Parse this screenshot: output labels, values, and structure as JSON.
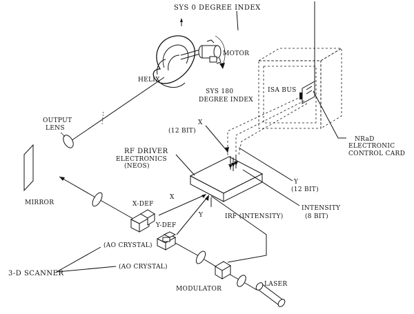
{
  "labels": {
    "sys0": "SYS 0 DEGREE INDEX",
    "motor": "MOTOR",
    "helix": "HELIX",
    "sys180a": "SYS 180",
    "sys180b": "DEGREE INDEX",
    "isabus": "ISA BUS",
    "output1": "OUTPUT",
    "output2": "LENS",
    "nrad1": "NRaD",
    "nrad2": "ELECTRONIC",
    "nrad3": "CONTROL CARD",
    "x": "X",
    "xbit": "(12 BIT)",
    "rf1": "RF DRIVER",
    "rf2": "ELECTRONICS",
    "rf3": "(NEOS)",
    "y": "Y",
    "ybit": "(12 BIT)",
    "mirror": "MIRROR",
    "intensity": "INTENSITY",
    "intensitybit": "(8 BIT)",
    "xdef": "X-DEF",
    "xarrow": "X",
    "ydef": "Y-DEF",
    "yarrow": "Y",
    "ire": "IRF (INTENSITY)",
    "aocrystal1": "(AO CRYSTAL)",
    "scanner": "3-D SCANNER",
    "aocrystal2": "(AO CRYSTAL)",
    "modulator": "MODULATOR",
    "laser": "LASER"
  }
}
